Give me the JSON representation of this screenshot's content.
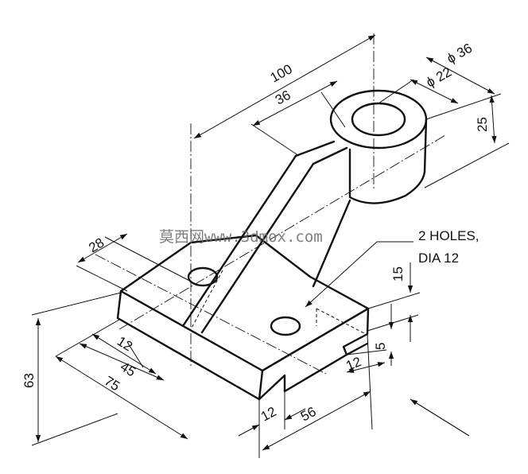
{
  "dimensions": {
    "d100": "100",
    "d36": "36",
    "phi36": "ϕ 36",
    "phi22": "ϕ 22",
    "d25": "25",
    "d28": "28",
    "d15": "15",
    "d5": "5",
    "d12_right": "12",
    "d12_left": "12",
    "d45": "45",
    "d75": "75",
    "d63": "63",
    "d12_bottom": "12",
    "d56": "56"
  },
  "notes": {
    "holes_line1": "2 HOLES,",
    "holes_line2": "DIA 12"
  },
  "watermark": "莫西网www.3dmox.com"
}
